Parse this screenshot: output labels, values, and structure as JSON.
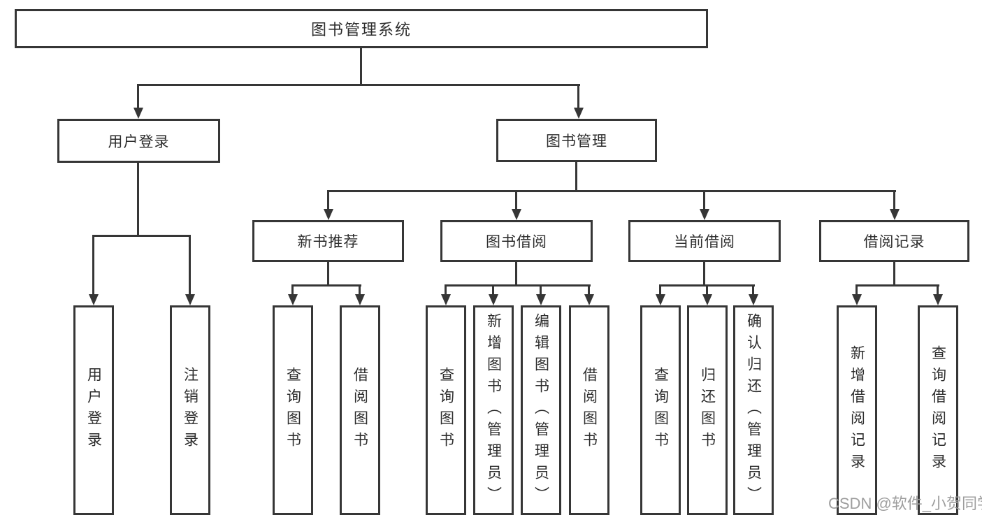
{
  "diagram": {
    "title": "图书管理系统",
    "level2": [
      {
        "label": "用户登录"
      },
      {
        "label": "图书管理"
      }
    ],
    "level3": [
      {
        "label": "新书推荐"
      },
      {
        "label": "图书借阅"
      },
      {
        "label": "当前借阅"
      },
      {
        "label": "借阅记录"
      }
    ],
    "leaves": [
      {
        "label": "用户登录"
      },
      {
        "label": "注销登录"
      },
      {
        "label": "查询图书"
      },
      {
        "label": "借阅图书"
      },
      {
        "label": "查询图书"
      },
      {
        "label": "新增图书（管理员）"
      },
      {
        "label": "编辑图书（管理员）"
      },
      {
        "label": "借阅图书"
      },
      {
        "label": "查询图书"
      },
      {
        "label": "归还图书"
      },
      {
        "label": "确认归还（管理员）"
      },
      {
        "label": "新增借阅记录"
      },
      {
        "label": "查询借阅记录"
      }
    ]
  },
  "watermark": {
    "text": "CSDN @软件_小贺同学"
  },
  "colors": {
    "line": "#363636",
    "text": "#2d2d2d",
    "watermark": "#9e9e9e",
    "background": "#ffffff"
  }
}
